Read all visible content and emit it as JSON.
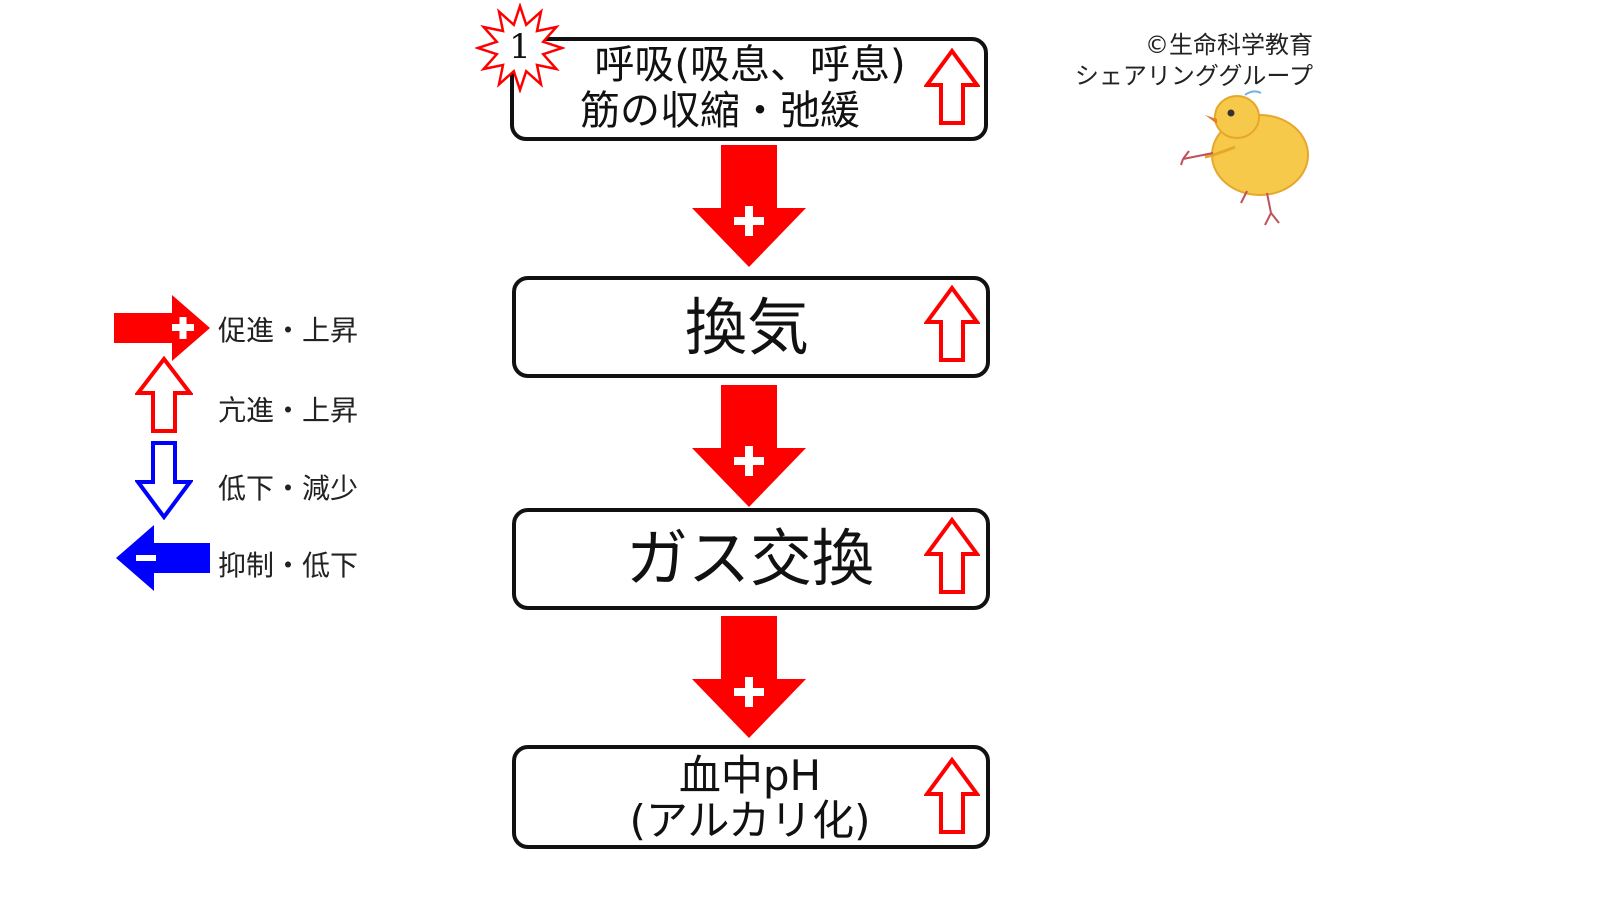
{
  "flow": {
    "step1": {
      "badge": "1",
      "line1": "呼吸(吸息、呼息)",
      "line2": "筋の収縮・弛緩"
    },
    "step2": {
      "label": "換気"
    },
    "step3": {
      "label": "ガス交換"
    },
    "step4": {
      "line1": "血中pH",
      "line2": "(アルカリ化)"
    }
  },
  "legend": {
    "promote": "促進・上昇",
    "increase": "亢進・上昇",
    "decrease": "低下・減少",
    "inhibit": "抑制・低下"
  },
  "credit": {
    "line1": "©生命科学教育",
    "line2": "シェアリンググループ"
  },
  "colors": {
    "red": "#ff0000",
    "blue": "#0000ff",
    "border": "#111111",
    "chick": "#f4c430"
  },
  "icons": {
    "up": "hollow-up-arrow-icon",
    "down": "hollow-down-arrow-icon",
    "flow": "red-plus-down-arrow-icon",
    "badge": "starburst-icon",
    "mascot": "chick-drawing"
  }
}
